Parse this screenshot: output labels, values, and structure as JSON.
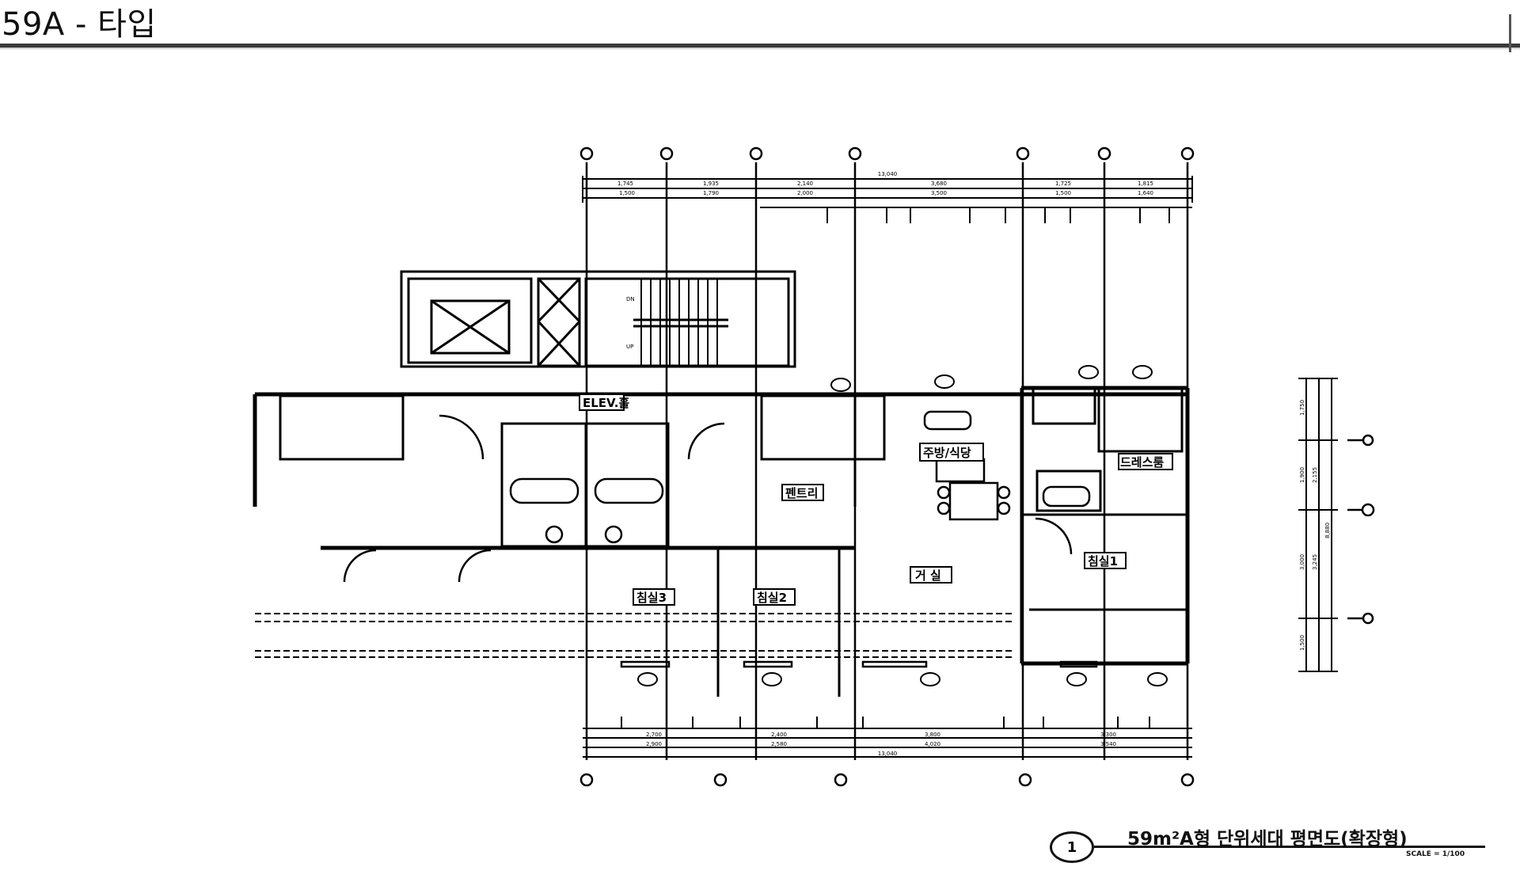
{
  "page": {
    "title": "59A - 타입"
  },
  "plan": {
    "rooms": {
      "elev_hall": "ELEV.홀",
      "kitchen": "주방/식당",
      "living": "거 실",
      "bedroom1": "침실1",
      "bedroom2": "침실2",
      "bedroom3": "침실3",
      "pantry": "펜트리",
      "dressroom": "드레스룸"
    },
    "stair": {
      "dn": "DN",
      "up": "UP"
    },
    "dims_top_total": "13,040",
    "dims_top_row1": [
      "1,745",
      "1,935",
      "2,140",
      "3,680",
      "1,725",
      "1,815"
    ],
    "dims_top_row2": [
      "1,500",
      "1,790",
      "2,000",
      "3,500",
      "1,500",
      "1,640"
    ],
    "dims_bottom_row1": [
      "2,700",
      "2,400",
      "3,800",
      "3,300"
    ],
    "dims_bottom_row2": [
      "2,900",
      "2,580",
      "4,020",
      "3,540"
    ],
    "dims_bottom_total": "13,040",
    "dims_right": [
      "1,750",
      "1,900",
      "3,000",
      "1,500"
    ],
    "dims_right_b": [
      "2,155",
      "3,245"
    ],
    "dims_right_total": "8,880"
  },
  "caption": {
    "number": "1",
    "title": "59m²A형 단위세대 평면도(확장형)",
    "scale": "SCALE = 1/100"
  }
}
